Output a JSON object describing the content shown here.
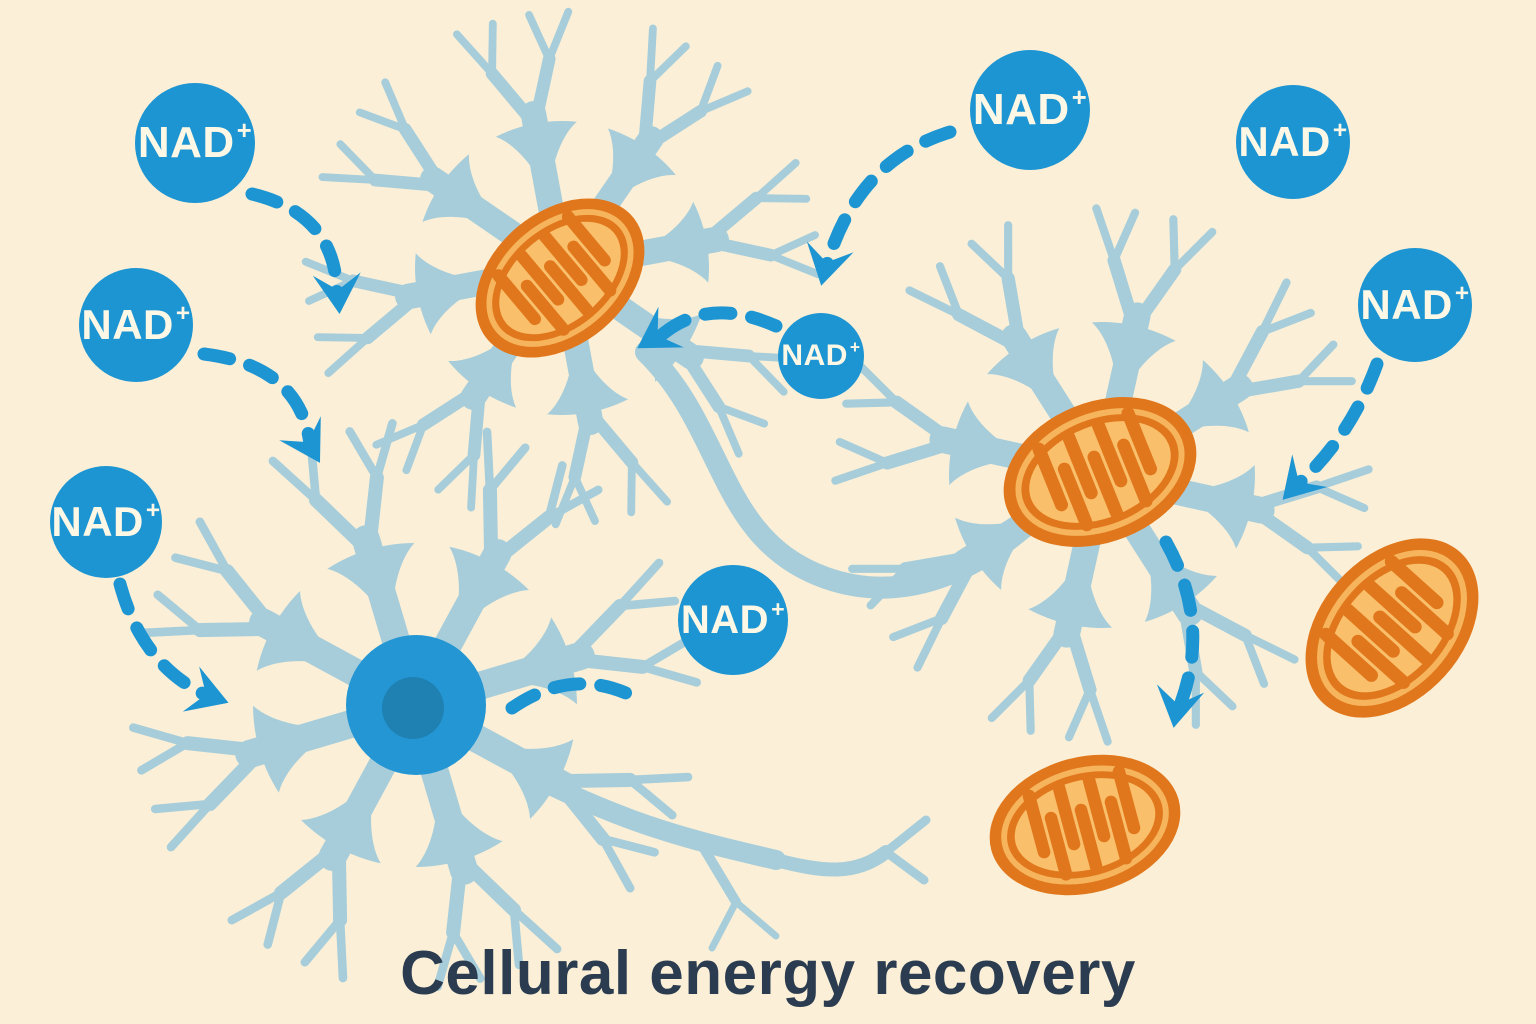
{
  "title": "Cellural energy recovery",
  "badges": [
    {
      "base": "NAD",
      "sup": "+"
    },
    {
      "base": "NAD",
      "sup": "+"
    },
    {
      "base": "NAD",
      "sup": "+"
    },
    {
      "base": "NAD",
      "sup": "+"
    },
    {
      "base": "NAD",
      "sup": "+"
    },
    {
      "base": "NAD",
      "sup": "+"
    },
    {
      "base": "NAD",
      "sup": "+"
    },
    {
      "base": "NAD",
      "sup": "+"
    }
  ],
  "colors": {
    "background_cream": "#fbf0d7",
    "neuron_blue": "#a8cdda",
    "accent_blue": "#1e95d3",
    "nucleus_inner_blue": "#1f80b2",
    "mitochondria_dark_orange": "#e1771c",
    "mitochondria_matrix_amber": "#f9bf6b",
    "mitochondria_ring_light": "#f6b55d",
    "title_navy": "#2b3c50"
  },
  "icons": {
    "nad_molecule": "circle-badge",
    "transfer_arrow": "dashed-curved-arrow"
  }
}
